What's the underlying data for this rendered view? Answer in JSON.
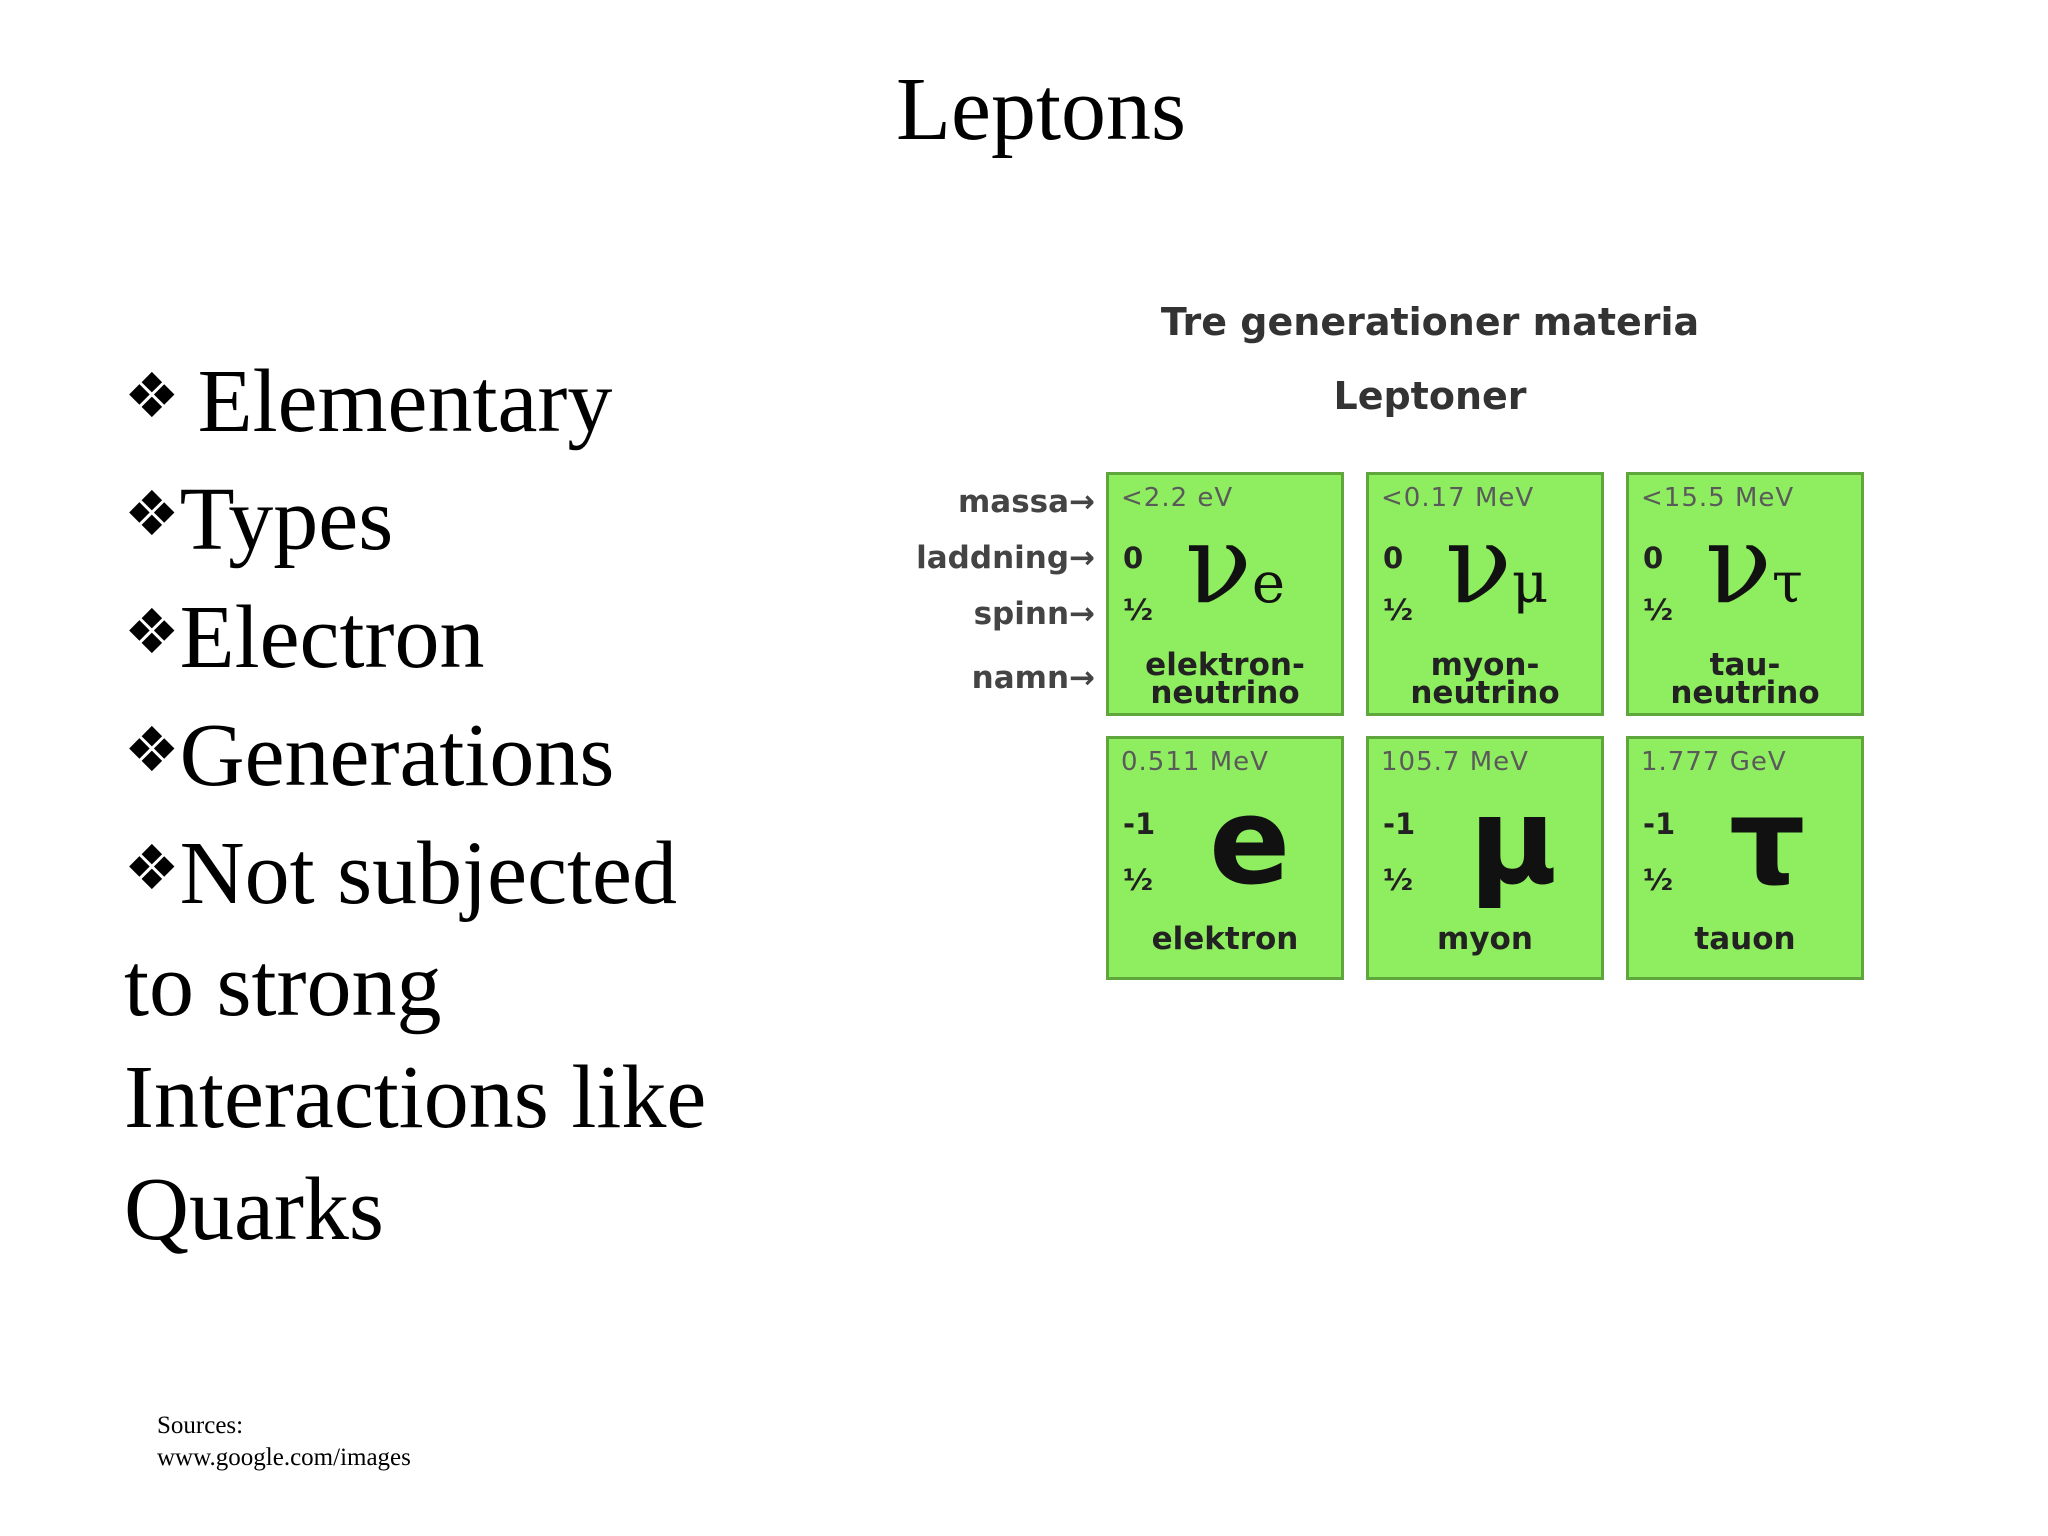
{
  "slide": {
    "title": "Leptons",
    "bullet_mark": "❖",
    "bullets": [
      "Elementary",
      "Types",
      "Electron",
      "Generations",
      "Not subjected to strong Interactions like Quarks"
    ],
    "sources": [
      "Sources:",
      "www.google.com/images"
    ]
  },
  "figure": {
    "title": "Tre generationer materia",
    "subtitle": "Leptoner",
    "row_labels": [
      "massa→",
      "laddning→",
      "spinn→",
      "namn→"
    ],
    "neutrinos": [
      {
        "mass": "<2.2 eV",
        "charge": "0",
        "spin": "½",
        "symbol": "ν",
        "sub": "e",
        "name": [
          "elektron-",
          "neutrino"
        ]
      },
      {
        "mass": "<0.17 MeV",
        "charge": "0",
        "spin": "½",
        "symbol": "ν",
        "sub": "μ",
        "name": [
          "myon-",
          "neutrino"
        ]
      },
      {
        "mass": "<15.5 MeV",
        "charge": "0",
        "spin": "½",
        "symbol": "ν",
        "sub": "τ",
        "name": [
          "tau-",
          "neutrino"
        ]
      }
    ],
    "leptons": [
      {
        "mass": "0.511 MeV",
        "charge": "-1",
        "spin": "½",
        "symbol": "e",
        "name": "elektron"
      },
      {
        "mass": "105.7 MeV",
        "charge": "-1",
        "spin": "½",
        "symbol": "μ",
        "name": "myon"
      },
      {
        "mass": "1.777 GeV",
        "charge": "-1",
        "spin": "½",
        "symbol": "τ",
        "name": "tauon"
      }
    ],
    "cell_color": "#8fee5f"
  }
}
